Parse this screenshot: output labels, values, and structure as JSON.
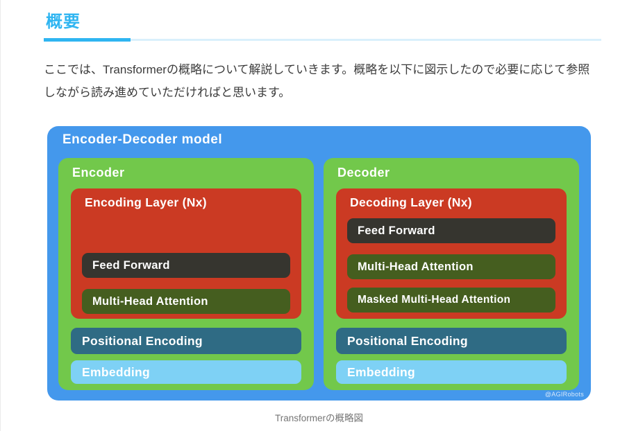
{
  "page": {
    "heading": "概要",
    "paragraph": "ここでは、Transformerの概略について解説していきます。概略を以下に図示したので必要に応じて参照しながら読み進めていただければと思います。",
    "caption": "Transformerの概略図"
  },
  "figure": {
    "title": "Encoder-Decoder model",
    "watermark": "@AGIRobots",
    "colors": {
      "heading_accent": "#2fb5f1",
      "figure_bg": "#4498ec",
      "panel_green": "#72c84b",
      "layer_red": "#cb3a23",
      "feed_forward_dark": "#36352f",
      "attention_olive": "#455e1f",
      "positional_teal": "#2f6b84",
      "embedding_blue": "#7ed1f5"
    },
    "encoder": {
      "label": "Encoder",
      "layer_title": "Encoding Layer (Nx)",
      "blocks": [
        "Feed Forward",
        "Multi-Head Attention"
      ],
      "positional": "Positional Encoding",
      "embedding": "Embedding"
    },
    "decoder": {
      "label": "Decoder",
      "layer_title": "Decoding Layer (Nx)",
      "blocks": [
        "Feed Forward",
        "Multi-Head Attention",
        "Masked Multi-Head Attention"
      ],
      "positional": "Positional Encoding",
      "embedding": "Embedding"
    }
  }
}
